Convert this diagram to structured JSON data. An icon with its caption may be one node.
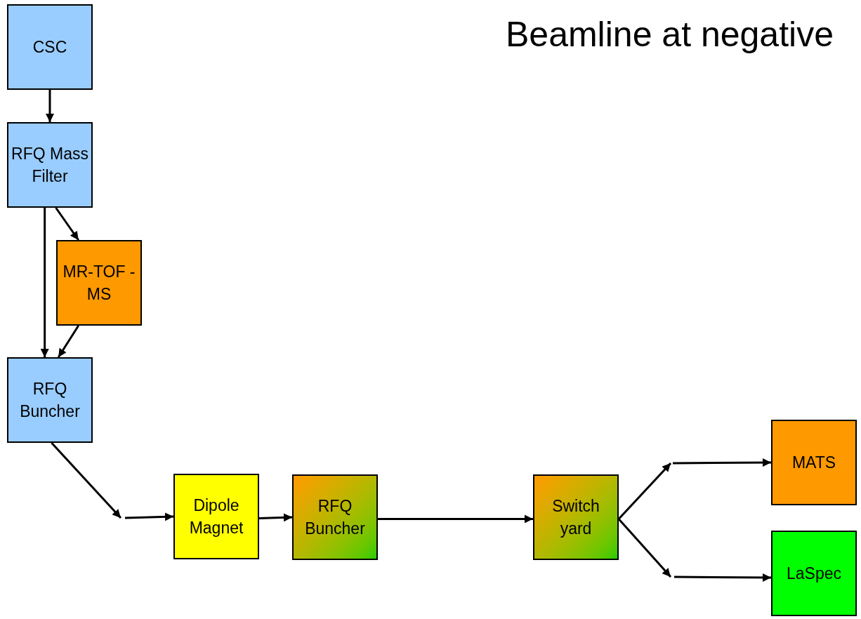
{
  "diagram": {
    "title": "Beamline at negative",
    "nodes": [
      {
        "text": [
          "CSC"
        ]
      },
      {
        "text": [
          "RFQ Mass Filter"
        ]
      },
      {
        "text": [
          "MR-TOF -MS"
        ]
      },
      {
        "text": [
          "RFQ Buncher"
        ]
      },
      {
        "text": [
          "Dipole Magnet"
        ]
      },
      {
        "text": [
          "RFQ Buncher"
        ]
      },
      {
        "text": [
          "Switch yard"
        ]
      },
      {
        "text": [
          "MATS"
        ]
      },
      {
        "text": [
          "LaSpec"
        ]
      }
    ],
    "edges": [
      {
        "from": 0,
        "to": 1,
        "arrow": "to"
      },
      {
        "from": 1,
        "to": 2,
        "arrow": "to"
      },
      {
        "from": 1,
        "to": 3,
        "arrow": "to"
      },
      {
        "from": 2,
        "to": 3,
        "arrow": "to"
      },
      {
        "from": 3,
        "to": null,
        "arrow": "to"
      },
      {
        "from": null,
        "to": 4,
        "arrow": "to"
      },
      {
        "from": 4,
        "to": 5,
        "arrow": "to"
      },
      {
        "from": 5,
        "to": 6,
        "arrow": "to"
      },
      {
        "from": 6,
        "to": null,
        "arrow": "to"
      },
      {
        "from": null,
        "to": 7,
        "arrow": "to"
      },
      {
        "from": 6,
        "to": null,
        "arrow": "to"
      },
      {
        "from": null,
        "to": 8,
        "arrow": "to"
      }
    ]
  }
}
